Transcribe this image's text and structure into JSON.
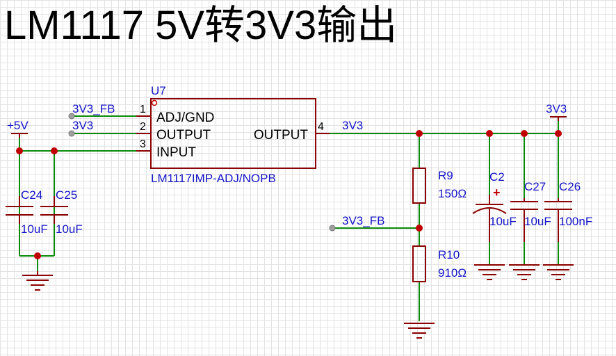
{
  "title": "LM1117 5V转3V3输出",
  "ic": {
    "designator": "U7",
    "part": "LM1117IMP-ADJ/NOPB",
    "pins": [
      {
        "num": "1",
        "name": "ADJ/GND"
      },
      {
        "num": "2",
        "name": "OUTPUT"
      },
      {
        "num": "3",
        "name": "INPUT"
      },
      {
        "num": "4",
        "name": "OUTPUT"
      }
    ]
  },
  "nets": {
    "fb_left": "3V3_FB",
    "v33_left": "3V3",
    "v5": "+5V",
    "v33_out": "3V3",
    "v33_rail": "3V3",
    "fb_mid": "3V3_FB"
  },
  "components": {
    "C24": {
      "ref": "C24",
      "value": "10uF"
    },
    "C25": {
      "ref": "C25",
      "value": "10uF"
    },
    "R9": {
      "ref": "R9",
      "value": "150Ω"
    },
    "R10": {
      "ref": "R10",
      "value": "910Ω"
    },
    "C2": {
      "ref": "C2",
      "value": "10uF",
      "polarity": "+"
    },
    "C27": {
      "ref": "C27",
      "value": "10uF"
    },
    "C26": {
      "ref": "C26",
      "value": "100nF"
    }
  },
  "colors": {
    "wire": "#0a8a0a",
    "part": "#8b0000",
    "label": "#1414c8",
    "junction": "#c00000"
  }
}
